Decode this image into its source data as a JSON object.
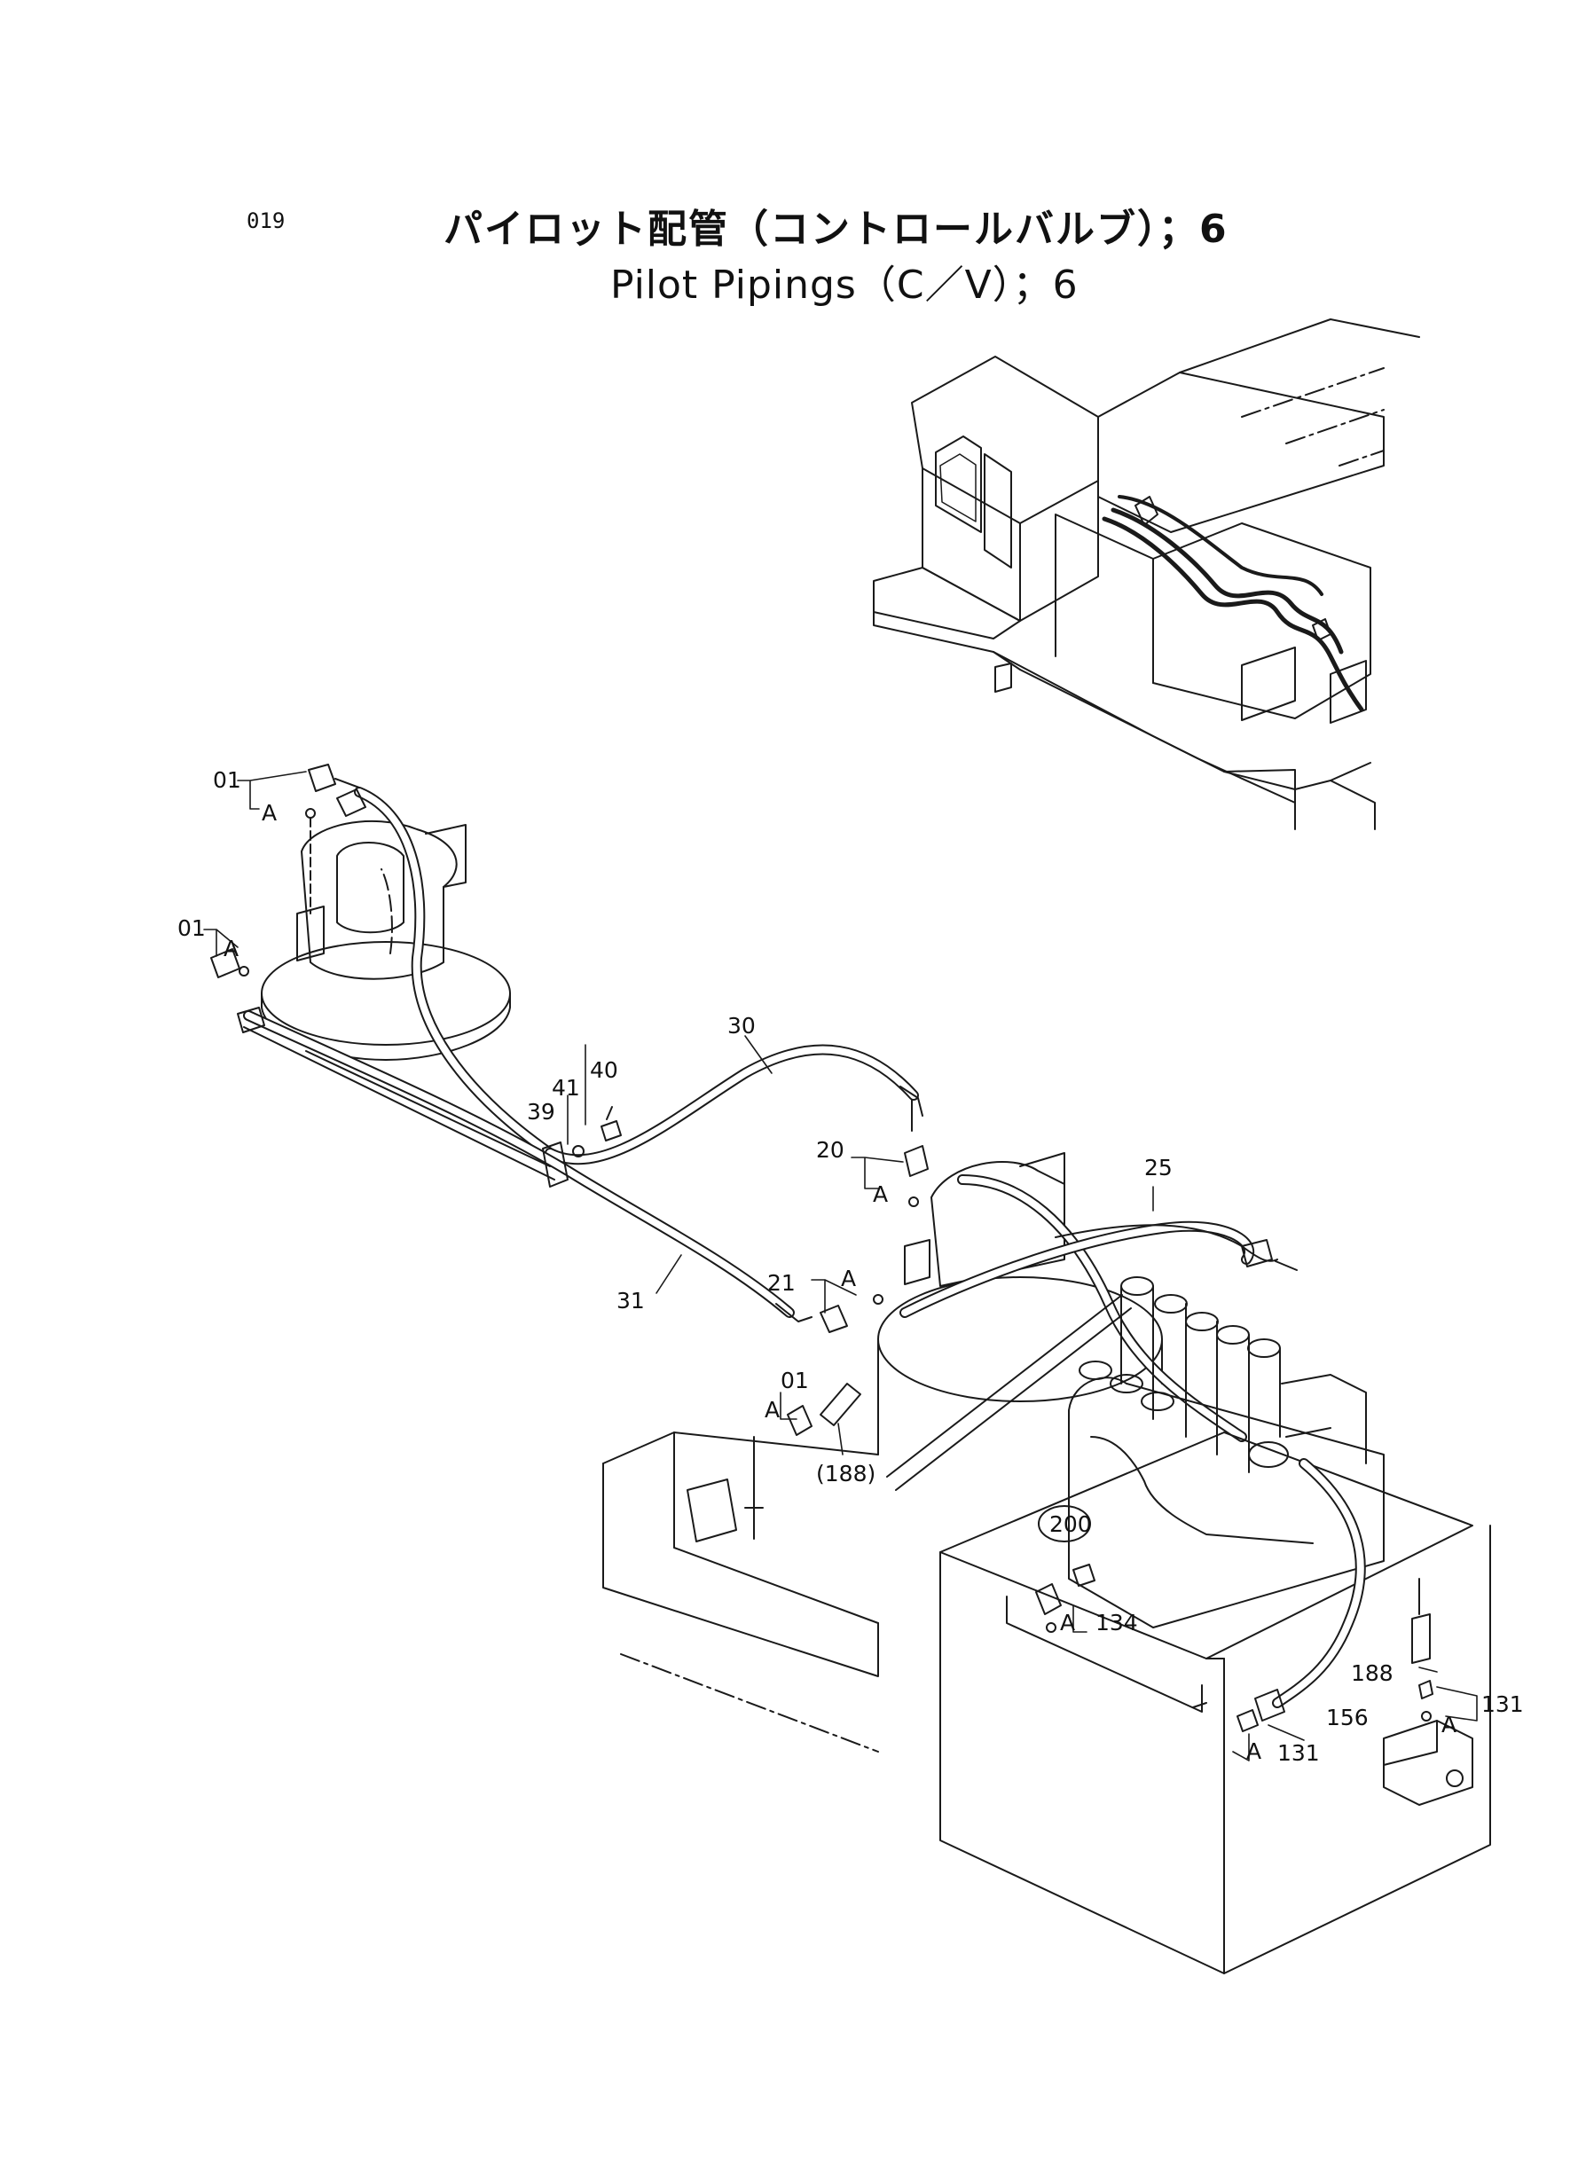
{
  "header": {
    "page_number": "019",
    "title_japanese": "パイロット配管（コントロールバルブ）；6",
    "title_english": "Pilot  Pipings（C／V）；6"
  },
  "callouts": {
    "c01_a": "01",
    "c01_b": "01",
    "c01_c": "01",
    "a1": "A",
    "a2": "A",
    "a3": "A",
    "a4": "A",
    "a5": "A",
    "a6": "A",
    "a7": "A",
    "a8": "A",
    "c30": "30",
    "c41": "41",
    "c40": "40",
    "c39": "39",
    "c31": "31",
    "c20": "20",
    "c21": "21",
    "c25": "25",
    "c188a": "(188)",
    "c200": "200",
    "c134": "134",
    "c188b": "188",
    "c131a": "131",
    "c131b": "131",
    "c156": "156"
  },
  "colors": {
    "line": "#1a1a1a",
    "background": "#ffffff"
  }
}
